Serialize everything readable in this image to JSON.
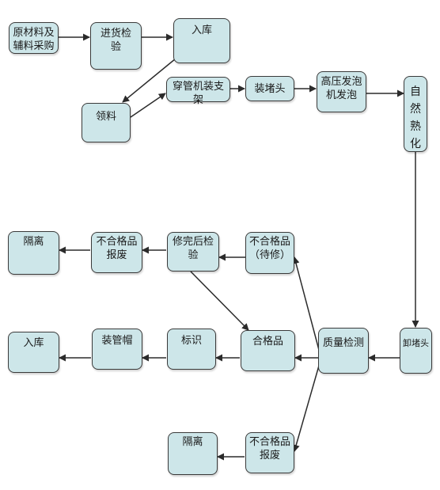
{
  "theme": {
    "node_fill": "#cde6e9",
    "node_border": "#3a3a3a",
    "edge_color": "#2b2b2b"
  },
  "nodes": {
    "raw_purchase": "原材料及辅料采购",
    "incoming_inspection": "进货检验",
    "warehousing_1": "入库",
    "material_picking": "领料",
    "pipe_threading": "穿管机装支架",
    "install_plug": "装堵头",
    "foaming": "高压发泡机发泡",
    "natural_curing": "自然熟化",
    "remove_plug": "卸堵头",
    "quality_inspection": "质量检测",
    "qualified": "合格品",
    "labeling": "标识",
    "install_cap": "装管帽",
    "warehousing_2": "入库",
    "unqualified_repair": "不合格品（待修）",
    "reinspection": "修完后检验",
    "unqualified_scrap_1": "不合格品报废",
    "isolation_1": "隔离",
    "unqualified_scrap_2": "不合格品报废",
    "isolation_2": "隔离"
  }
}
